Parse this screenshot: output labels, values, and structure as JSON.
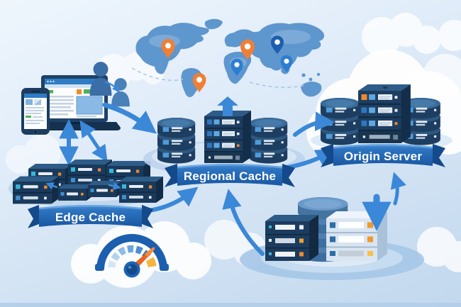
{
  "nodes": {
    "edge_cache": {
      "label": "Edge Cache"
    },
    "regional_cache": {
      "label": "Regional Cache"
    },
    "origin_server": {
      "label": "Origin Server"
    }
  },
  "map_pins": [
    {
      "region": "north-america",
      "color": "#f07f35"
    },
    {
      "region": "south-america",
      "color": "#f07f35"
    },
    {
      "region": "europe",
      "color": "#f07f35"
    },
    {
      "region": "africa",
      "color": "#2d7dd2"
    },
    {
      "region": "north-asia",
      "color": "#1b5fae"
    },
    {
      "region": "east-asia",
      "color": "#2d7dd2"
    }
  ],
  "connections": [
    {
      "from": "users",
      "to": "edge-cache",
      "style": "bidirectional"
    },
    {
      "from": "users",
      "to": "regional-cache",
      "style": "one-way"
    },
    {
      "from": "edge-cache",
      "to": "regional-cache",
      "style": "one-way"
    },
    {
      "from": "object-storage",
      "to": "regional-cache",
      "style": "one-way"
    },
    {
      "from": "regional-cache",
      "to": "origin-server",
      "style": "one-way"
    },
    {
      "from": "regional-cache",
      "to": "world-map",
      "style": "one-way"
    },
    {
      "from": "origin-server",
      "to": "object-storage",
      "style": "bidirectional"
    }
  ],
  "colors": {
    "background_top": "#eef6fc",
    "background_bottom": "#c2d8ee",
    "ribbon_blue": "#1f63b0",
    "arrow_blue": "#3b87d8",
    "server_navy": "#1d3e61",
    "map_blue": "#5e96ce",
    "accent_orange": "#ef8b2d",
    "gauge_yellow": "#f6b43e"
  },
  "icons": [
    "laptop-icon",
    "smartphone-icon",
    "user-icon",
    "location-pin-icon",
    "server-rack-icon",
    "database-icon",
    "cloud-icon",
    "speedometer-icon"
  ]
}
